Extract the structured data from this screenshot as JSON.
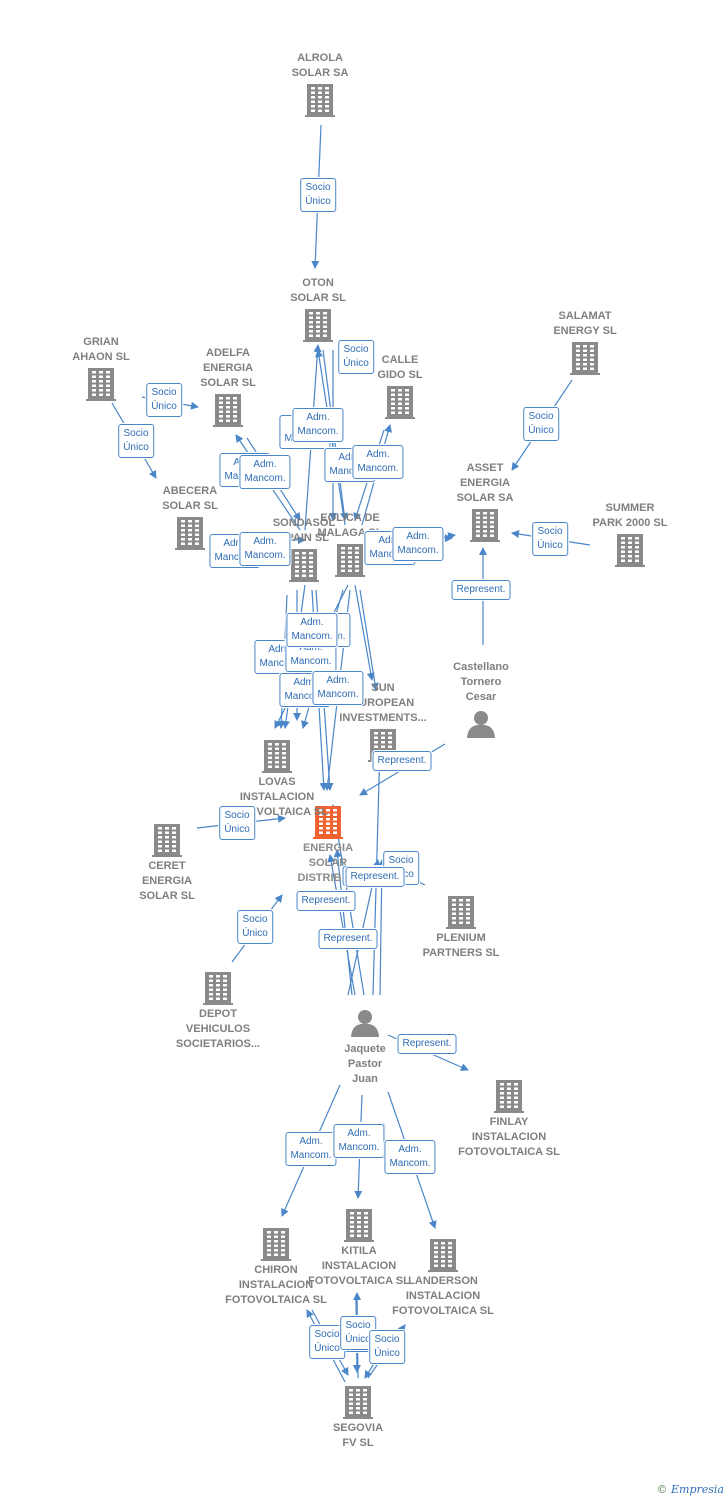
{
  "colors": {
    "building": "#8a8a8a",
    "focus_building": "#f26230",
    "person": "#8a8a8a",
    "edge": "#4a86c8",
    "label": "#7f7f7f"
  },
  "nodes": [
    {
      "id": "alrola",
      "kind": "company",
      "label": "ALROLA\nSOLAR SA"
    },
    {
      "id": "oton",
      "kind": "company",
      "label": "OTON\nSOLAR SL"
    },
    {
      "id": "grian",
      "kind": "company",
      "label": "GRIAN\nAHAON SL"
    },
    {
      "id": "adelfa",
      "kind": "company",
      "label": "ADELFA\nENERGIA\nSOLAR SL"
    },
    {
      "id": "calle",
      "kind": "company",
      "label": "CALLE\nGIDO SL"
    },
    {
      "id": "salamat",
      "kind": "company",
      "label": "SALAMAT\nENERGY  SL"
    },
    {
      "id": "abecera",
      "kind": "company",
      "label": "ABECERA\nSOLAR SL"
    },
    {
      "id": "asset",
      "kind": "company",
      "label": "ASSET\nENERGIA\nSOLAR SA"
    },
    {
      "id": "summer",
      "kind": "company",
      "label": "SUMMER\nPARK 2000  SL"
    },
    {
      "id": "sondasol",
      "kind": "company",
      "label": "SONDASOL\nSPAIN  SL"
    },
    {
      "id": "eolica",
      "kind": "company",
      "label": "EOLICA DE\nMALAGA  SL"
    },
    {
      "id": "castellano",
      "kind": "person",
      "label": "Castellano\nTornero\nCesar"
    },
    {
      "id": "sun",
      "kind": "company",
      "label": "SUN\nEUROPEAN\nINVESTMENTS..."
    },
    {
      "id": "lovas",
      "kind": "company",
      "label": "LOVAS\nINSTALACION\nFOTOVOLTAICA SL"
    },
    {
      "id": "energia",
      "kind": "focus",
      "label": "ENERGIA\nSOLAR\nDISTRIBU..."
    },
    {
      "id": "ceret",
      "kind": "company",
      "label": "CERET\nENERGIA\nSOLAR  SL"
    },
    {
      "id": "plenium",
      "kind": "company",
      "label": "PLENIUM\nPARTNERS SL"
    },
    {
      "id": "depot",
      "kind": "company",
      "label": "DEPOT\nVEHICULOS\nSOCIETARIOS..."
    },
    {
      "id": "jaquete",
      "kind": "person",
      "label": "Jaquete\nPastor\nJuan"
    },
    {
      "id": "finlay",
      "kind": "company",
      "label": "FINLAY\nINSTALACION\nFOTOVOLTAICA SL"
    },
    {
      "id": "chiron",
      "kind": "company",
      "label": "CHIRON\nINSTALACION\nFOTOVOLTAICA SL"
    },
    {
      "id": "kitila",
      "kind": "company",
      "label": "KITILA\nINSTALACION\nFOTOVOLTAICA SL"
    },
    {
      "id": "landerson",
      "kind": "company",
      "label": "LANDERSON\nINSTALACION\nFOTOVOLTAICA SL"
    },
    {
      "id": "segovia",
      "kind": "company",
      "label": "SEGOVIA\nFV  SL"
    }
  ],
  "edges": [
    {
      "from": "alrola",
      "to": "oton",
      "label": "Socio\nÚnico"
    },
    {
      "from": "grian",
      "to": "adelfa",
      "label": "Socio\nÚnico"
    },
    {
      "from": "grian",
      "to": "abecera",
      "label": "Socio\nÚnico"
    },
    {
      "from": "salamat",
      "to": "asset",
      "label": "Socio\nÚnico"
    },
    {
      "from": "summer",
      "to": "asset",
      "label": "Socio\nÚnico"
    },
    {
      "from": "castellano",
      "to": "asset",
      "label": "Represent."
    },
    {
      "from": "eolica",
      "to": "oton",
      "label": "Socio\nÚnico"
    },
    {
      "from": "sondasol",
      "to": "oton",
      "label": "Adm.\nMancom."
    },
    {
      "from": "sondasol",
      "to": "adelfa",
      "label": "Adm.\nMancom."
    },
    {
      "from": "eolica",
      "to": "calle",
      "label": "Adm.\nMancom."
    },
    {
      "from": "sondasol",
      "to": "abecera",
      "label": "Adm.\nMancom."
    },
    {
      "from": "eolica",
      "to": "asset",
      "label": "Adm.\nMancom."
    },
    {
      "from": "eolica",
      "to": "lovas",
      "label": "Adm.\nMancom."
    },
    {
      "from": "sondasol",
      "to": "lovas",
      "label": "Adm.\nMancom."
    },
    {
      "from": "eolica",
      "to": "sun",
      "label": "Adm.\nMancom."
    },
    {
      "from": "castellano",
      "to": "energia",
      "label": "Represent."
    },
    {
      "from": "ceret",
      "to": "energia",
      "label": "Socio\nÚnico"
    },
    {
      "from": "plenium",
      "to": "energia",
      "label": "Socio\nÚnico"
    },
    {
      "from": "jaquete",
      "to": "energia",
      "label": "Represent."
    },
    {
      "from": "jaquete",
      "to": "sun",
      "label": "Represent."
    },
    {
      "from": "jaquete",
      "to": "energia",
      "label": "Represent."
    },
    {
      "from": "depot",
      "to": "energia",
      "label": "Socio\nÚnico"
    },
    {
      "from": "jaquete",
      "to": "finlay",
      "label": "Represent."
    },
    {
      "from": "jaquete",
      "to": "chiron",
      "label": "Adm.\nMancom."
    },
    {
      "from": "jaquete",
      "to": "kitila",
      "label": "Adm.\nMancom."
    },
    {
      "from": "jaquete",
      "to": "landerson",
      "label": "Adm.\nMancom."
    },
    {
      "from": "segovia",
      "to": "chiron",
      "label": "Socio\nÚnico"
    },
    {
      "from": "segovia",
      "to": "kitila",
      "label": "Socio\nÚnico"
    },
    {
      "from": "segovia",
      "to": "landerson",
      "label": "Socio\nÚnico"
    }
  ],
  "footer": {
    "copyright": "©",
    "brand": "Empresia"
  }
}
